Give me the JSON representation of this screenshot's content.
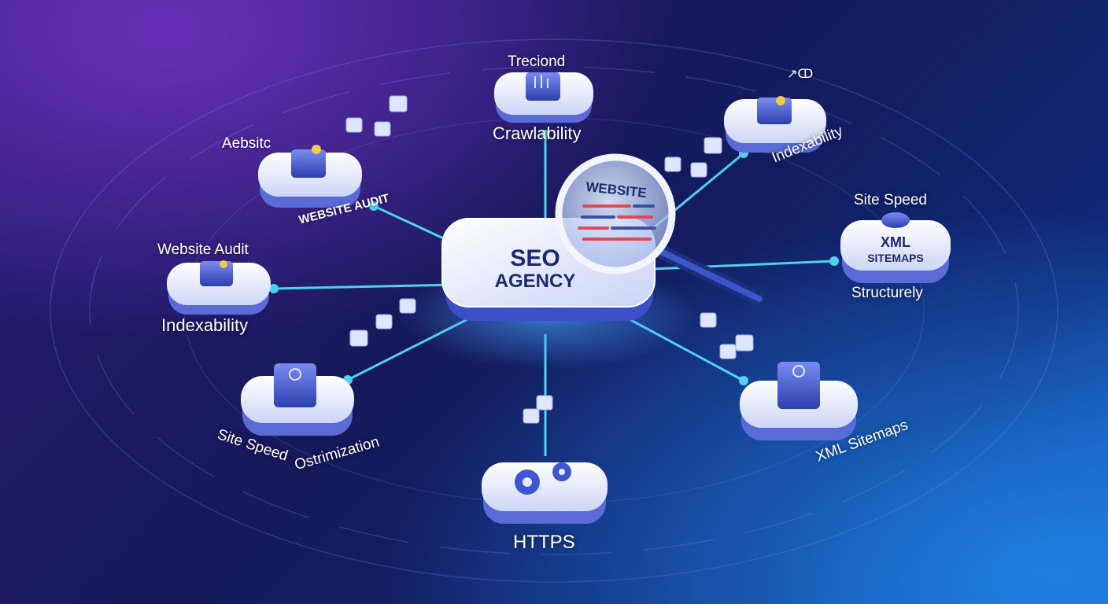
{
  "hub": {
    "line1": "SEO",
    "line2": "AGENCY",
    "lens_text": "WEBSITE"
  },
  "labels": {
    "top_title": "Treciond",
    "top_sub": "Crawlability",
    "topright_glyph": "↗ↀ",
    "topright_sub": "Indexability",
    "upleft_title": "Aebsitc",
    "upleft_sub": "WEBSITE AUDIT",
    "left_title": "Website Audit",
    "left_sub": "Indexability",
    "right_title": "Site Speed",
    "right_inner1": "XML",
    "right_inner2": "SITEMAPS",
    "right_sub": "Structurely",
    "lowleft_sub1": "Site Speed",
    "lowleft_sub2": "Ostrimization",
    "lowright_sub": "XML Sitemaps",
    "bottom_sub": "HTTPS"
  },
  "colors": {
    "line": "#4fd0f0",
    "node_fill": "#e7ecfb",
    "node_side": "#5a6bd8",
    "accent_gold": "#f5c94a",
    "text_dark": "#1b2b6e"
  }
}
